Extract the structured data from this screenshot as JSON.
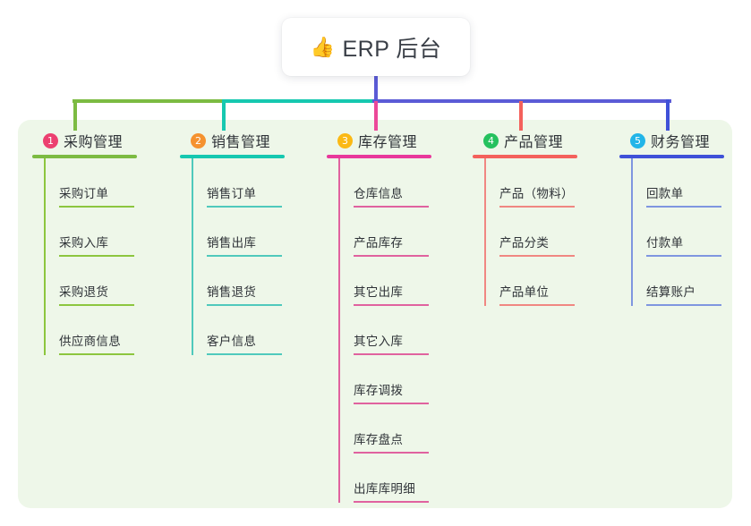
{
  "root": {
    "emoji": "👍",
    "icon_name": "thumbs-up-icon",
    "label": "ERP 后台"
  },
  "panel": {
    "background": "#eef7e9"
  },
  "connectors": {
    "trunk_color": "#5b5bd6",
    "bus_segment_colors": [
      "#7cbb42",
      "#16c8b0",
      "#5b5bd6",
      "#5b5bd6"
    ],
    "drop_colors": [
      "#7cbb42",
      "#16c8b0",
      "#ec4899",
      "#f4615c",
      "#3f51d8"
    ]
  },
  "columns": [
    {
      "index": "1",
      "title": "采购管理",
      "badge_color": "#ec4070",
      "rule_color": "#7cbb42",
      "line_color": "#8cc63f",
      "items": [
        "采购订单",
        "采购入库",
        "采购退货",
        "供应商信息"
      ]
    },
    {
      "index": "2",
      "title": "销售管理",
      "badge_color": "#f5922f",
      "rule_color": "#16c8b0",
      "line_color": "#4fc9bc",
      "items": [
        "销售订单",
        "销售出库",
        "销售退货",
        "客户信息"
      ]
    },
    {
      "index": "3",
      "title": "库存管理",
      "badge_color": "#fbb914",
      "rule_color": "#e8399b",
      "line_color": "#e0629f",
      "items": [
        "仓库信息",
        "产品库存",
        "其它出库",
        "其它入库",
        "库存调拨",
        "库存盘点",
        "出库库明细"
      ]
    },
    {
      "index": "4",
      "title": "产品管理",
      "badge_color": "#25c15e",
      "rule_color": "#f4615c",
      "line_color": "#f08782",
      "items": [
        "产品（物料）",
        "产品分类",
        "产品单位"
      ]
    },
    {
      "index": "5",
      "title": "财务管理",
      "badge_color": "#22b5e8",
      "rule_color": "#3f51d8",
      "line_color": "#7f96e0",
      "items": [
        "回款单",
        "付款单",
        "结算账户"
      ]
    }
  ]
}
